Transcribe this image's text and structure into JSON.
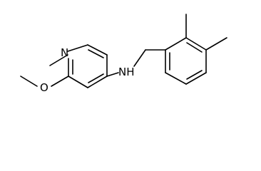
{
  "molecule": {
    "atoms": {
      "ring_nitrogen": "N",
      "amine": "NH",
      "methoxy_oxygen": "O"
    },
    "bond_color": "#000000",
    "background": "#ffffff"
  }
}
